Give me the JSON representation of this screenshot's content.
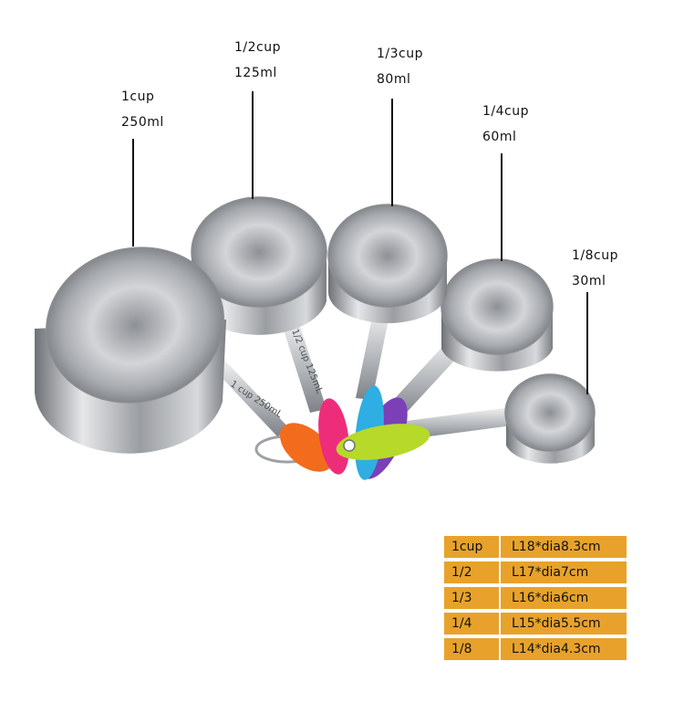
{
  "cups": [
    {
      "size": "1cup",
      "volume": "250ml",
      "handle_color": "#f36b1c"
    },
    {
      "size": "1/2cup",
      "volume": "125ml",
      "handle_color": "#ee2d7a"
    },
    {
      "size": "1/3cup",
      "volume": "80ml",
      "handle_color": "#2eaee2"
    },
    {
      "size": "1/4cup",
      "volume": "60ml",
      "handle_color": "#7b3fb7"
    },
    {
      "size": "1/8cup",
      "volume": "30ml",
      "handle_color": "#b7d92a"
    }
  ],
  "engravings": {
    "cup_1": "1 cup 250mL",
    "cup_half": "1/2 cup 125mL"
  },
  "spec_table": {
    "rows": [
      {
        "size": "1cup",
        "dims": "L18*dia8.3cm"
      },
      {
        "size": "1/2",
        "dims": "L17*dia7cm"
      },
      {
        "size": "1/3",
        "dims": "L16*dia6cm"
      },
      {
        "size": "1/4",
        "dims": "L15*dia5.5cm"
      },
      {
        "size": "1/8",
        "dims": "L14*dia4.3cm"
      }
    ],
    "cell_color": "#e8a22b"
  }
}
